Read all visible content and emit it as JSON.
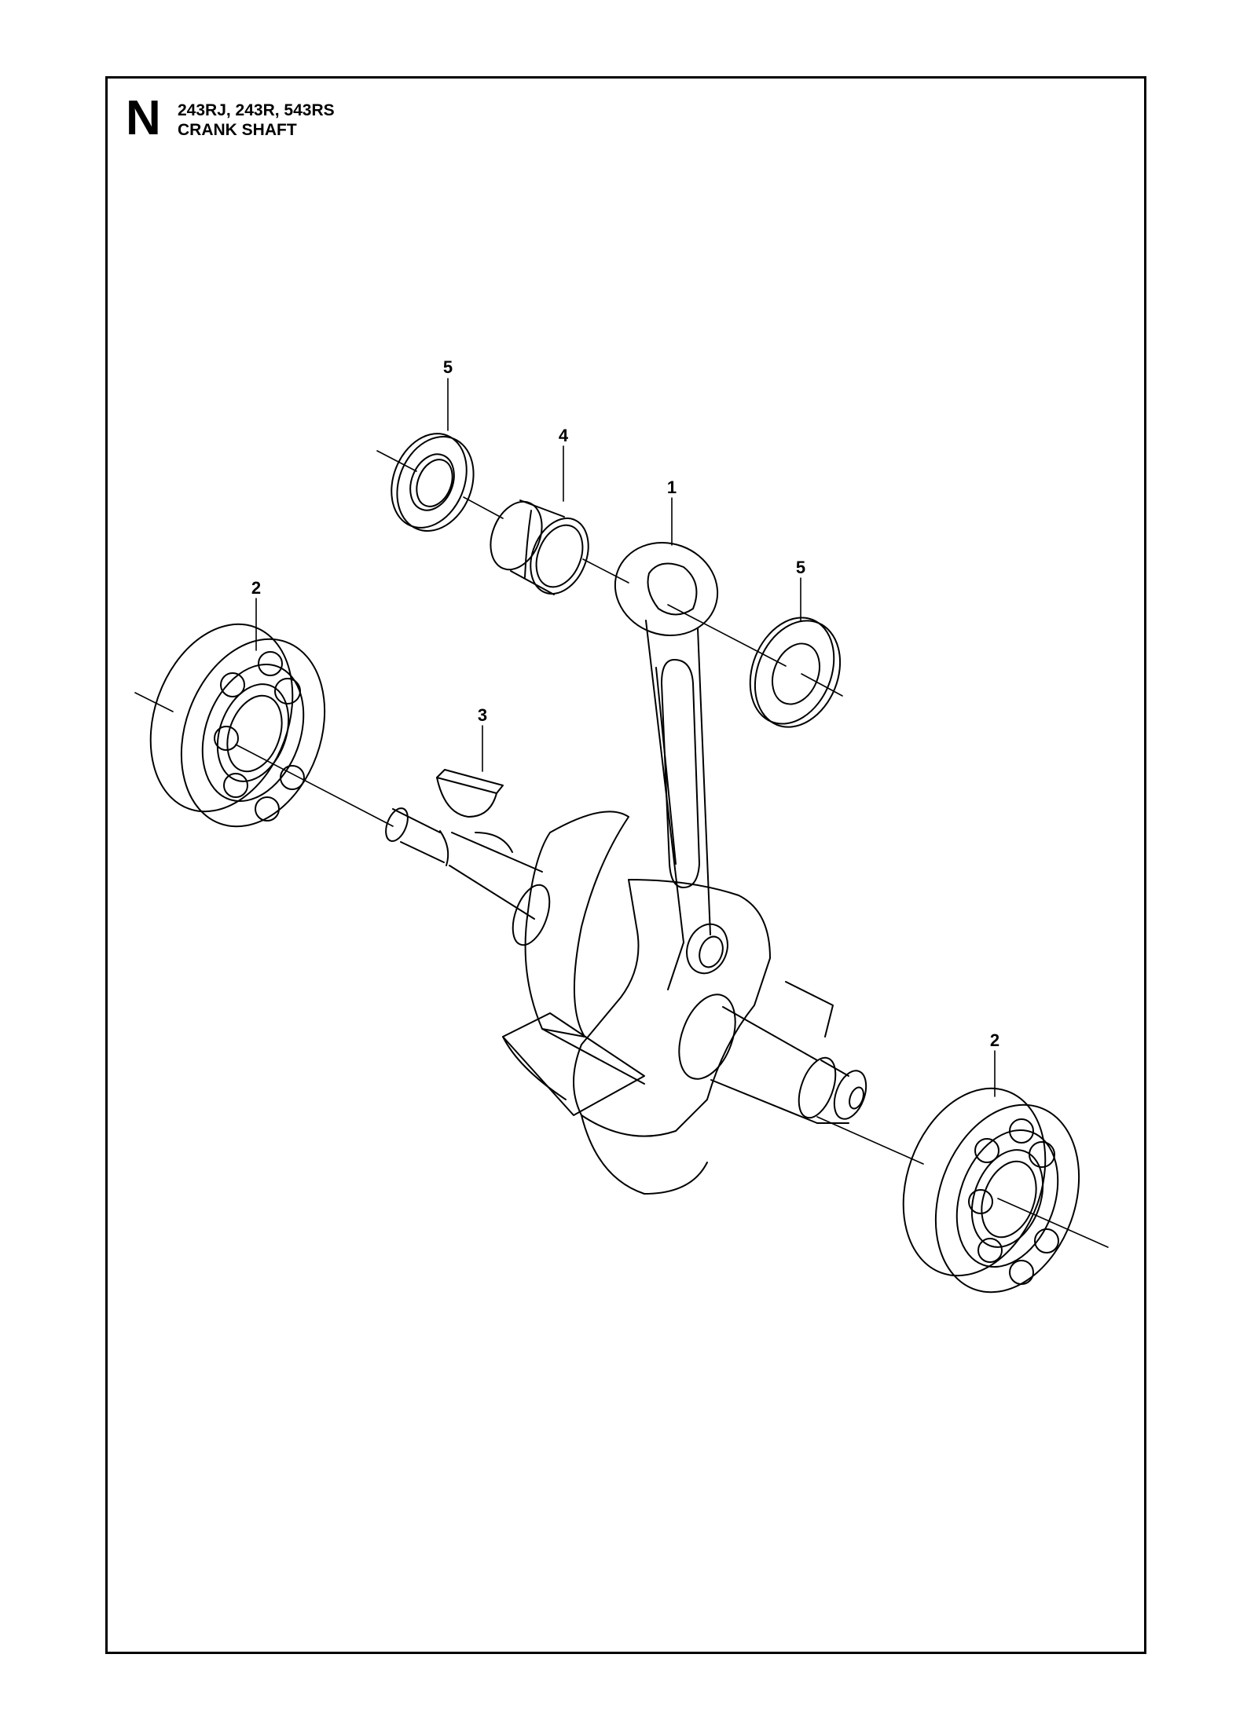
{
  "header": {
    "section_letter": "N",
    "models": "243RJ, 243R, 543RS",
    "title": "CRANK SHAFT"
  },
  "callouts": [
    {
      "id": "callout-5-top",
      "label": "5"
    },
    {
      "id": "callout-4",
      "label": "4"
    },
    {
      "id": "callout-1",
      "label": "1"
    },
    {
      "id": "callout-5-right",
      "label": "5"
    },
    {
      "id": "callout-2-left",
      "label": "2"
    },
    {
      "id": "callout-3",
      "label": "3"
    },
    {
      "id": "callout-2-right",
      "label": "2"
    }
  ]
}
